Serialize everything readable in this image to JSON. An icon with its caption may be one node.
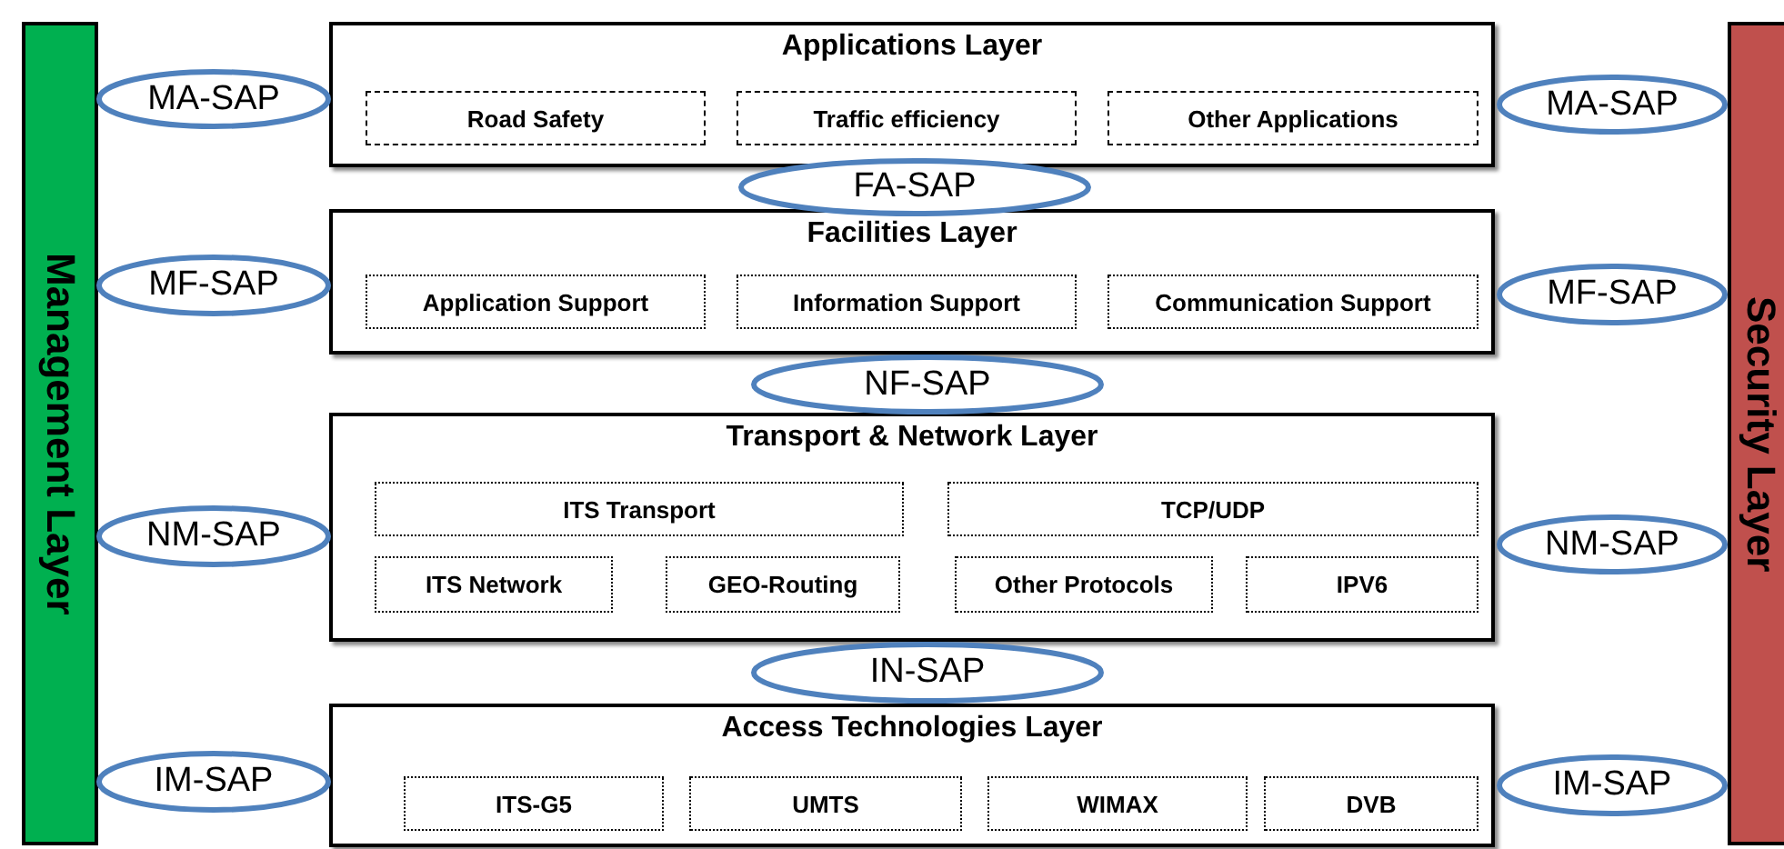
{
  "diagram": {
    "nodes": [
      {
        "text": [
          "Management Layer"
        ]
      },
      {
        "text": [
          "MA-SAP"
        ]
      },
      {
        "text": [
          "Applications Layer"
        ]
      },
      {
        "text": [
          "Road Safety"
        ],
        "in": 2
      },
      {
        "text": [
          "Traffic efficiency"
        ],
        "in": 2
      },
      {
        "text": [
          "Other Applications"
        ],
        "in": 2
      },
      {
        "text": [
          "MA-SAP"
        ]
      },
      {
        "text": [
          "Security Layer"
        ]
      },
      {
        "text": [
          "FA-SAP"
        ]
      },
      {
        "text": [
          "MF-SAP"
        ]
      },
      {
        "text": [
          "Facilities Layer"
        ]
      },
      {
        "text": [
          "Application Support"
        ],
        "in": 10
      },
      {
        "text": [
          "Information Support"
        ],
        "in": 10
      },
      {
        "text": [
          "Communication Support"
        ],
        "in": 10
      },
      {
        "text": [
          "MF-SAP"
        ]
      },
      {
        "text": [
          "NF-SAP"
        ]
      },
      {
        "text": [
          "NM-SAP"
        ]
      },
      {
        "text": [
          "Transport & Network Layer"
        ]
      },
      {
        "text": [
          "ITS Transport"
        ],
        "in": 17
      },
      {
        "text": [
          "TCP/UDP"
        ],
        "in": 17
      },
      {
        "text": [
          "ITS Network"
        ],
        "in": 17
      },
      {
        "text": [
          "GEO-Routing"
        ],
        "in": 17
      },
      {
        "text": [
          "Other Protocols"
        ],
        "in": 17
      },
      {
        "text": [
          "IPV6"
        ],
        "in": 17
      },
      {
        "text": [
          "NM-SAP"
        ]
      },
      {
        "text": [
          "IN-SAP"
        ]
      },
      {
        "text": [
          "IM-SAP"
        ]
      },
      {
        "text": [
          "Access Technologies Layer"
        ]
      },
      {
        "text": [
          "ITS-G5"
        ],
        "in": 27
      },
      {
        "text": [
          "UMTS"
        ],
        "in": 27
      },
      {
        "text": [
          "WIMAX"
        ],
        "in": 27
      },
      {
        "text": [
          "DVB"
        ],
        "in": 27
      },
      {
        "text": [
          "IM-SAP"
        ]
      }
    ]
  }
}
